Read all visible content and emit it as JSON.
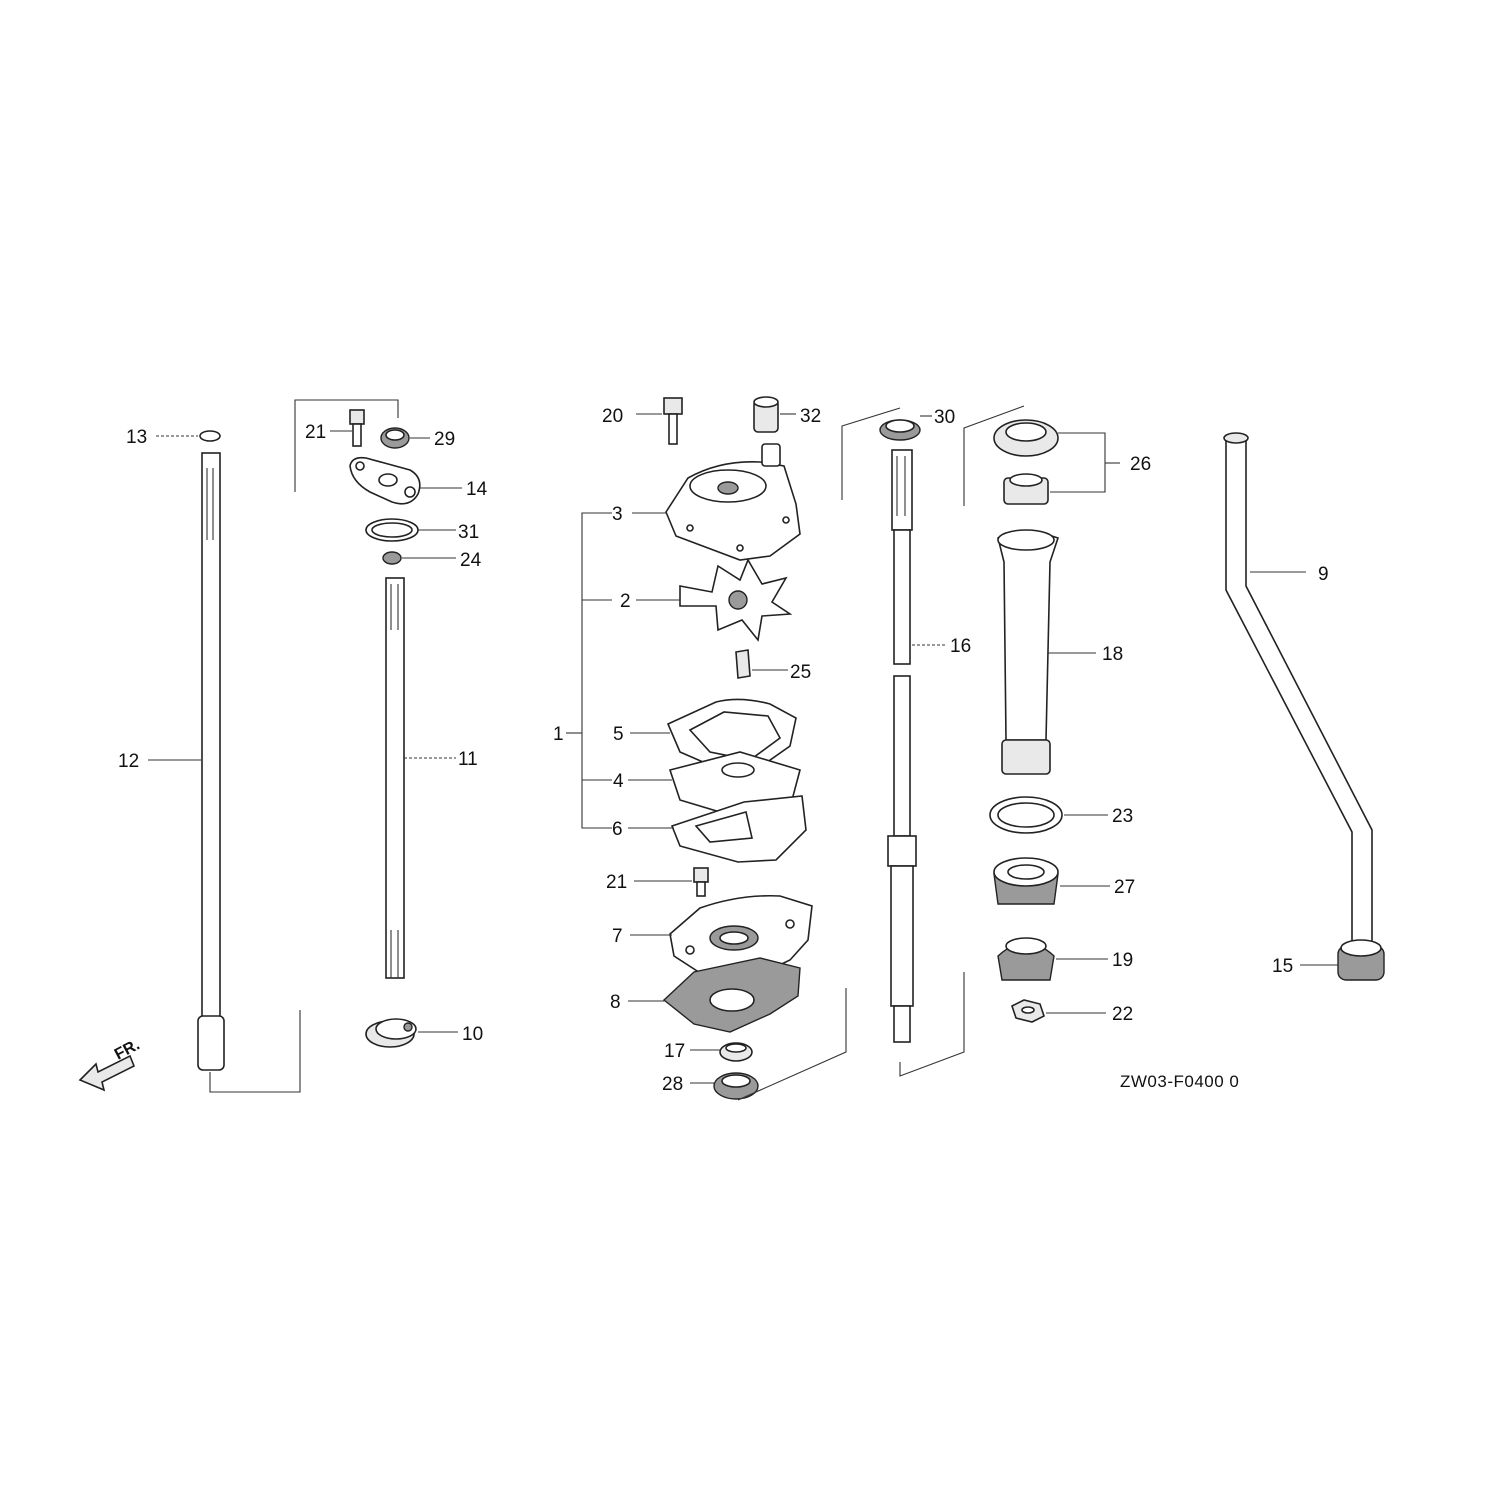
{
  "diagram_code": "ZW03-F0400 0",
  "front_marker": "FR.",
  "callouts": [
    {
      "id": "13",
      "label": "13"
    },
    {
      "id": "12",
      "label": "12"
    },
    {
      "id": "21a",
      "label": "21"
    },
    {
      "id": "29",
      "label": "29"
    },
    {
      "id": "14",
      "label": "14"
    },
    {
      "id": "31",
      "label": "31"
    },
    {
      "id": "24",
      "label": "24"
    },
    {
      "id": "11",
      "label": "11"
    },
    {
      "id": "10",
      "label": "10"
    },
    {
      "id": "20",
      "label": "20"
    },
    {
      "id": "32",
      "label": "32"
    },
    {
      "id": "3",
      "label": "3"
    },
    {
      "id": "2",
      "label": "2"
    },
    {
      "id": "25",
      "label": "25"
    },
    {
      "id": "1",
      "label": "1"
    },
    {
      "id": "5",
      "label": "5"
    },
    {
      "id": "4",
      "label": "4"
    },
    {
      "id": "6",
      "label": "6"
    },
    {
      "id": "21b",
      "label": "21"
    },
    {
      "id": "7",
      "label": "7"
    },
    {
      "id": "8",
      "label": "8"
    },
    {
      "id": "17",
      "label": "17"
    },
    {
      "id": "28",
      "label": "28"
    },
    {
      "id": "30",
      "label": "30"
    },
    {
      "id": "16",
      "label": "16"
    },
    {
      "id": "26",
      "label": "26"
    },
    {
      "id": "18",
      "label": "18"
    },
    {
      "id": "23",
      "label": "23"
    },
    {
      "id": "27",
      "label": "27"
    },
    {
      "id": "19",
      "label": "19"
    },
    {
      "id": "22",
      "label": "22"
    },
    {
      "id": "9",
      "label": "9"
    },
    {
      "id": "15",
      "label": "15"
    }
  ]
}
